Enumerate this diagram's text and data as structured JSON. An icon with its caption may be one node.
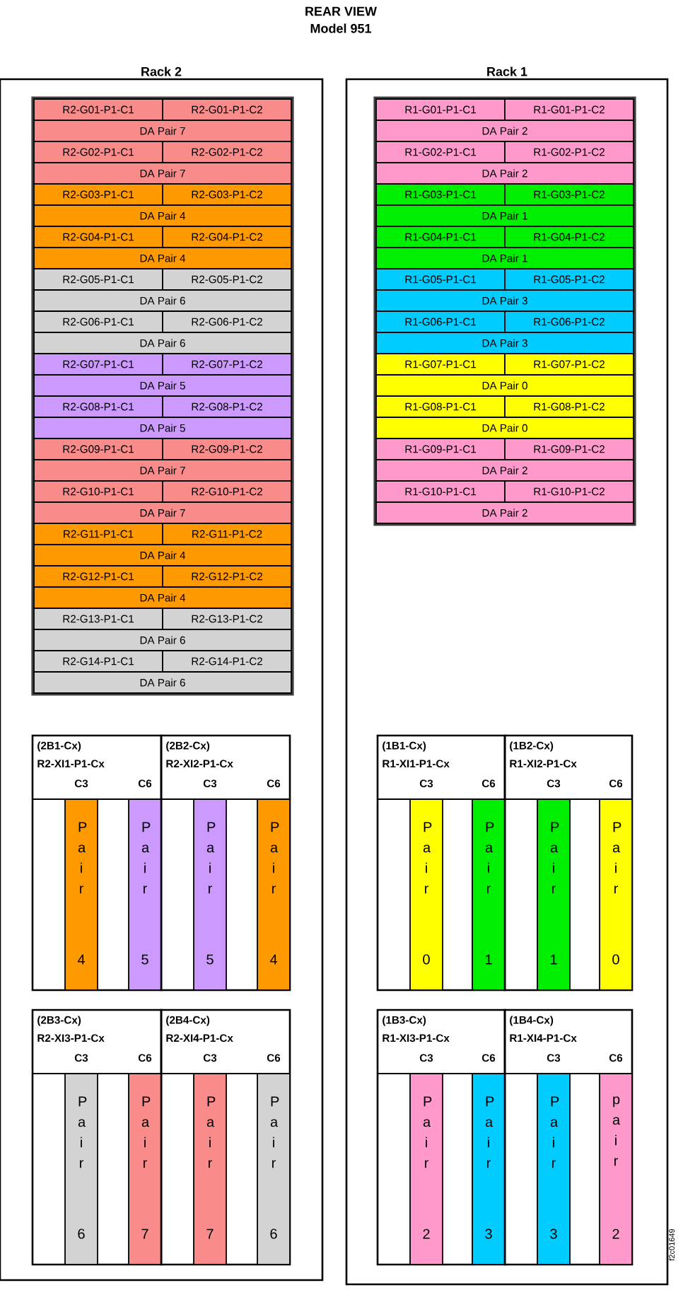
{
  "diagram": {
    "title": "REAR VIEW",
    "nodes": [
      {
        "text": [
          "Rack 2"
        ]
      },
      {
        "text": [
          "R2-G01-P1-C1"
        ],
        "in": 0
      },
      {
        "text": [
          "R2-G01-P1-C2"
        ],
        "in": 0
      },
      {
        "text": [
          "DA Pair 7"
        ],
        "in": 0
      },
      {
        "text": [
          "R2-G02-P1-C1"
        ],
        "in": 0
      },
      {
        "text": [
          "R2-G02-P1-C2"
        ],
        "in": 0
      },
      {
        "text": [
          "DA Pair 7"
        ],
        "in": 0
      },
      {
        "text": [
          "R2-G03-P1-C1"
        ],
        "in": 0
      },
      {
        "text": [
          "R2-G03-P1-C2"
        ],
        "in": 0
      },
      {
        "text": [
          "DA Pair 4"
        ],
        "in": 0
      },
      {
        "text": [
          "R2-G04-P1-C1"
        ],
        "in": 0
      },
      {
        "text": [
          "R2-G04-P1-C2"
        ],
        "in": 0
      },
      {
        "text": [
          "DA Pair 4"
        ],
        "in": 0
      },
      {
        "text": [
          "R2-G05-P1-C1"
        ],
        "in": 0
      },
      {
        "text": [
          "R2-G05-P1-C2"
        ],
        "in": 0
      },
      {
        "text": [
          "DA Pair 6"
        ],
        "in": 0
      },
      {
        "text": [
          "R2-G06-P1-C1"
        ],
        "in": 0
      },
      {
        "text": [
          "R2-G06-P1-C2"
        ],
        "in": 0
      },
      {
        "text": [
          "DA Pair 6"
        ],
        "in": 0
      },
      {
        "text": [
          "R2-G07-P1-C1"
        ],
        "in": 0
      },
      {
        "text": [
          "R2-G07-P1-C2"
        ],
        "in": 0
      },
      {
        "text": [
          "DA Pair 5"
        ],
        "in": 0
      },
      {
        "text": [
          "R2-G08-P1-C1"
        ],
        "in": 0
      },
      {
        "text": [
          "R2-G08-P1-C2"
        ],
        "in": 0
      },
      {
        "text": [
          "DA Pair 5"
        ],
        "in": 0
      },
      {
        "text": [
          "R2-G09-P1-C1"
        ],
        "in": 0
      },
      {
        "text": [
          "R2-G09-P1-C2"
        ],
        "in": 0
      },
      {
        "text": [
          "DA Pair 7"
        ],
        "in": 0
      },
      {
        "text": [
          "R2-G10-P1-C1"
        ],
        "in": 0
      },
      {
        "text": [
          "R2-G10-P1-C2"
        ],
        "in": 0
      },
      {
        "text": [
          "DA Pair 7"
        ],
        "in": 0
      },
      {
        "text": [
          "R2-G11-P1-C1"
        ],
        "in": 0
      },
      {
        "text": [
          "R2-G11-P1-C2"
        ],
        "in": 0
      },
      {
        "text": [
          "DA Pair 4"
        ],
        "in": 0
      },
      {
        "text": [
          "R2-G12-P1-C1"
        ],
        "in": 0
      },
      {
        "text": [
          "R2-G12-P1-C2"
        ],
        "in": 0
      },
      {
        "text": [
          "DA Pair 4"
        ],
        "in": 0
      },
      {
        "text": [
          "R2-G13-P1-C1"
        ],
        "in": 0
      },
      {
        "text": [
          "R2-G13-P1-C2"
        ],
        "in": 0
      },
      {
        "text": [
          "DA Pair 6"
        ],
        "in": 0
      },
      {
        "text": [
          "R2-G14-P1-C1"
        ],
        "in": 0
      },
      {
        "text": [
          "R2-G14-P1-C2"
        ],
        "in": 0
      },
      {
        "text": [
          "DA Pair 6"
        ],
        "in": 0
      },
      {
        "text": [
          "(2B1-Cx)",
          "R2-XI1-P1-Cx",
          "C3",
          "C6"
        ],
        "in": 0
      },
      {
        "text": [
          "P a i r",
          "4"
        ],
        "in": 43
      },
      {
        "text": [
          "P a i r",
          "5"
        ],
        "in": 43
      },
      {
        "text": [
          "(2B2-Cx)",
          "R2-XI2-P1-Cx",
          "C3",
          "C6"
        ],
        "in": 0
      },
      {
        "text": [
          "P a i r",
          "5"
        ],
        "in": 46
      },
      {
        "text": [
          "P a i r",
          "4"
        ],
        "in": 46
      },
      {
        "text": [
          "(2B3-Cx)",
          "R2-XI3-P1-Cx",
          "C3",
          "C6"
        ],
        "in": 0
      },
      {
        "text": [
          "P a i r",
          "6"
        ],
        "in": 49
      },
      {
        "text": [
          "P a i r",
          "7"
        ],
        "in": 49
      },
      {
        "text": [
          "(2B4-Cx)",
          "R2-XI4-P1-Cx",
          "C3",
          "C6"
        ],
        "in": 0
      },
      {
        "text": [
          "P a i r",
          "7"
        ],
        "in": 52
      },
      {
        "text": [
          "P a i r",
          "6"
        ],
        "in": 52
      },
      {
        "text": [
          "Rack 1"
        ]
      },
      {
        "text": [
          "R1-G01-P1-C1"
        ],
        "in": 55
      },
      {
        "text": [
          "R1-G01-P1-C2"
        ],
        "in": 55
      },
      {
        "text": [
          "DA Pair 2"
        ],
        "in": 55
      },
      {
        "text": [
          "R1-G02-P1-C1"
        ],
        "in": 55
      },
      {
        "text": [
          "R1-G02-P1-C2"
        ],
        "in": 55
      },
      {
        "text": [
          "DA Pair 2"
        ],
        "in": 55
      },
      {
        "text": [
          "R1-G03-P1-C1"
        ],
        "in": 55
      },
      {
        "text": [
          "R1-G03-P1-C2"
        ],
        "in": 55
      },
      {
        "text": [
          "DA Pair 1"
        ],
        "in": 55
      },
      {
        "text": [
          "R1-G04-P1-C1"
        ],
        "in": 55
      },
      {
        "text": [
          "R1-G04-P1-C2"
        ],
        "in": 55
      },
      {
        "text": [
          "DA Pair 1"
        ],
        "in": 55
      },
      {
        "text": [
          "R1-G05-P1-C1"
        ],
        "in": 55
      },
      {
        "text": [
          "R1-G05-P1-C2"
        ],
        "in": 55
      },
      {
        "text": [
          "DA Pair 3"
        ],
        "in": 55
      },
      {
        "text": [
          "R1-G06-P1-C1"
        ],
        "in": 55
      },
      {
        "text": [
          "R1-G06-P1-C2"
        ],
        "in": 55
      },
      {
        "text": [
          "DA Pair 3"
        ],
        "in": 55
      },
      {
        "text": [
          "R1-G07-P1-C1"
        ],
        "in": 55
      },
      {
        "text": [
          "R1-G07-P1-C2"
        ],
        "in": 55
      },
      {
        "text": [
          "DA Pair 0"
        ],
        "in": 55
      },
      {
        "text": [
          "R1-G08-P1-C1"
        ],
        "in": 55
      },
      {
        "text": [
          "R1-G08-P1-C2"
        ],
        "in": 55
      },
      {
        "text": [
          "DA Pair 0"
        ],
        "in": 55
      },
      {
        "text": [
          "R1-G09-P1-C1"
        ],
        "in": 55
      },
      {
        "text": [
          "R1-G09-P1-C2"
        ],
        "in": 55
      },
      {
        "text": [
          "DA Pair 2"
        ],
        "in": 55
      },
      {
        "text": [
          "R1-G10-P1-C1"
        ],
        "in": 55
      },
      {
        "text": [
          "R1-G10-P1-C2"
        ],
        "in": 55
      },
      {
        "text": [
          "DA Pair 2"
        ],
        "in": 55
      },
      {
        "text": [
          "(1B1-Cx)",
          "R1-XI1-P1-Cx",
          "C3",
          "C6"
        ],
        "in": 55
      },
      {
        "text": [
          "P a i r",
          "0"
        ],
        "in": 86
      },
      {
        "text": [
          "P a i r",
          "1"
        ],
        "in": 86
      },
      {
        "text": [
          "(1B2-Cx)",
          "R1-XI2-P1-Cx",
          "C3",
          "C6"
        ],
        "in": 55
      },
      {
        "text": [
          "P a i r",
          "1"
        ],
        "in": 89
      },
      {
        "text": [
          "P a i r",
          "0"
        ],
        "in": 89
      },
      {
        "text": [
          "(1B3-Cx)",
          "R1-XI3-P1-Cx",
          "C3",
          "C6"
        ],
        "in": 55
      },
      {
        "text": [
          "P a i r",
          "2"
        ],
        "in": 92
      },
      {
        "text": [
          "P a i r",
          "3"
        ],
        "in": 92
      },
      {
        "text": [
          "(1B4-Cx)",
          "R1-XI4-P1-Cx",
          "C3",
          "C6"
        ],
        "in": 55
      },
      {
        "text": [
          "P a i r",
          "3"
        ],
        "in": 95
      },
      {
        "text": [
          "p a i r",
          "2"
        ],
        "in": 95
      }
    ],
    "labels": [
      "Model 951",
      "f2c01649"
    ]
  }
}
